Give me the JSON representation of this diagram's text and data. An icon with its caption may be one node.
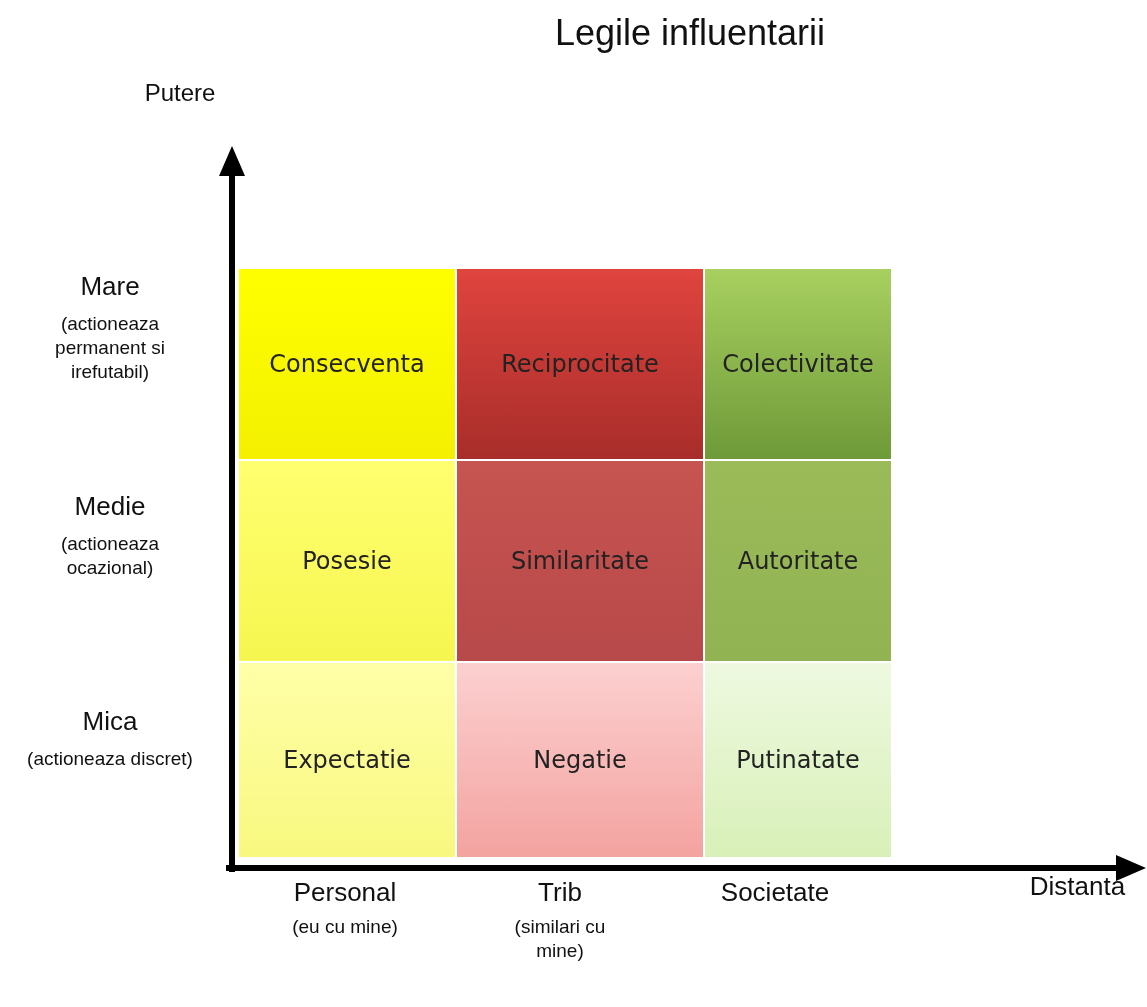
{
  "diagram": {
    "title": "Legile influentarii",
    "nodes": [
      {
        "text": [
          "Consecventa"
        ]
      },
      {
        "text": [
          "Reciprocitate"
        ]
      },
      {
        "text": [
          "Colectivitate"
        ]
      },
      {
        "text": [
          "Posesie"
        ]
      },
      {
        "text": [
          "Similaritate"
        ]
      },
      {
        "text": [
          "Autoritate"
        ]
      },
      {
        "text": [
          "Expectatie"
        ]
      },
      {
        "text": [
          "Negatie"
        ]
      },
      {
        "text": [
          "Putinatate"
        ]
      }
    ],
    "labels": [
      "Putere",
      "Mare",
      "(actioneaza permanent si irefutabil)",
      "Medie",
      "(actioneaza ocazional)",
      "Mica",
      "(actioneaza discret)",
      "Personal",
      "(eu cu mine)",
      "Trib",
      "(similari cu mine)",
      "Societate",
      "Distanta"
    ]
  }
}
